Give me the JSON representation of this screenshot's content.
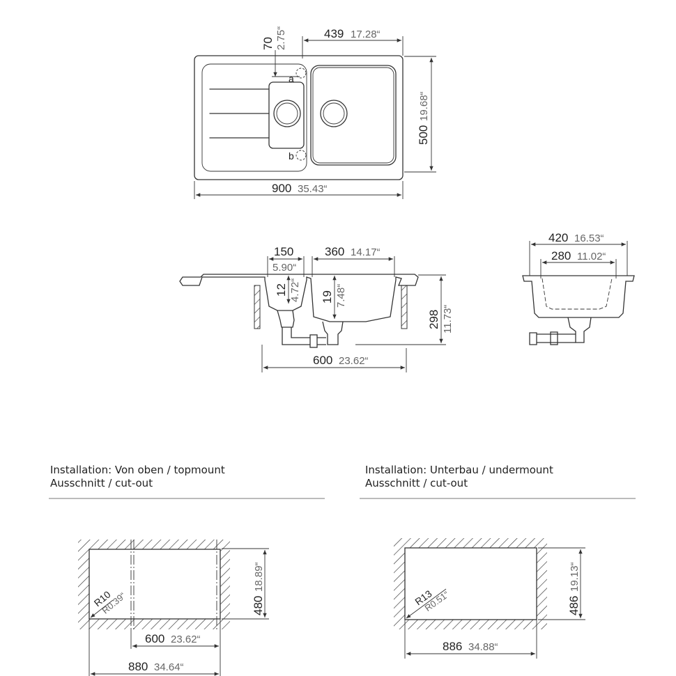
{
  "top_view": {
    "width_mm": "900",
    "width_in": "35.43“",
    "depth_mm": "500",
    "depth_in": "19.68“",
    "bowl_offset_mm": "439",
    "bowl_offset_in": "17.28“",
    "edge_mm": "70",
    "edge_in": "2.75“",
    "tap_a": "a",
    "tap_b": "b"
  },
  "side_view": {
    "small_bowl_mm": "150",
    "small_bowl_in": "5.90“",
    "big_bowl_mm": "360",
    "big_bowl_in": "14.17“",
    "small_depth_mm": "12",
    "small_depth_in": "4.72“",
    "big_depth_mm": "19",
    "big_depth_in": "7.48“",
    "height_mm": "298",
    "height_in": "11.73“",
    "cabinet_mm": "600",
    "cabinet_in": "23.62“"
  },
  "end_view": {
    "outer_mm": "420",
    "outer_in": "16.53“",
    "inner_mm": "280",
    "inner_in": "11.02“"
  },
  "topmount": {
    "title": "Installation: Von oben / topmount",
    "subtitle": "Ausschnitt / cut-out",
    "radius_mm": "R10",
    "radius_in": "R0.39“",
    "height_mm": "480",
    "height_in": "18.89“",
    "cabinet_mm": "600",
    "cabinet_in": "23.62“",
    "width_mm": "880",
    "width_in": "34.64“"
  },
  "undermount": {
    "title": "Installation: Unterbau / undermount",
    "subtitle": "Ausschnitt / cut-out",
    "radius_mm": "R13",
    "radius_in": "R0.51“",
    "height_mm": "486",
    "height_in": "19.13“",
    "width_mm": "886",
    "width_in": "34.88“"
  }
}
